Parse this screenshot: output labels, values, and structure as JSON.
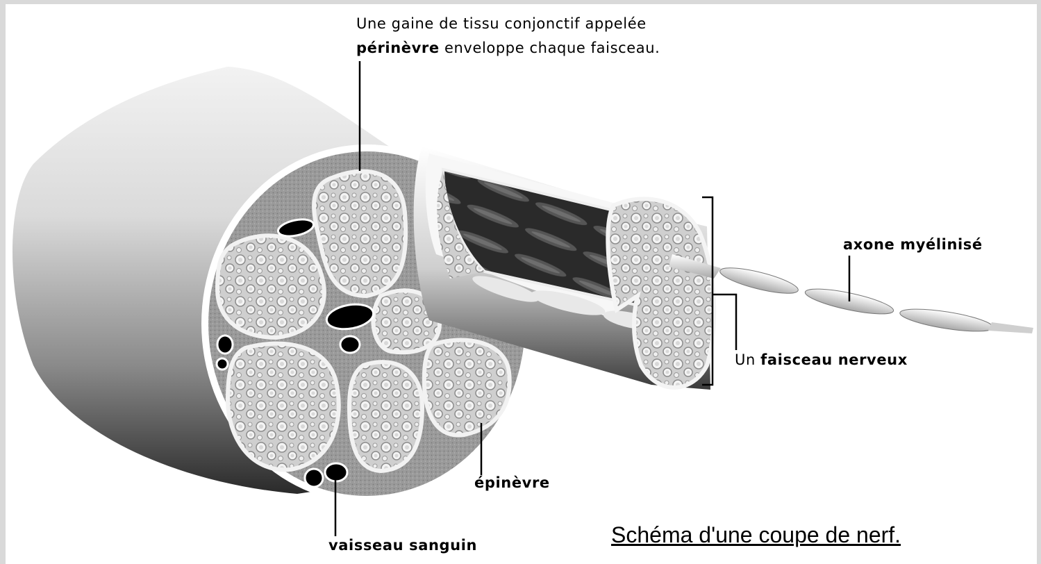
{
  "labels": {
    "perinevre_line1": "Une gaine de tissu conjonctif appelée",
    "perinevre_term": "périnèvre",
    "perinevre_rest": "enveloppe chaque faisceau.",
    "axone": "axone myélinisé",
    "faisceau_prefix": "Un",
    "faisceau_term": "faisceau nerveux",
    "epinevre": "épinèvre",
    "vaisseau": "vaisseau sanguin"
  },
  "title": "Schéma d'une coupe de nerf."
}
